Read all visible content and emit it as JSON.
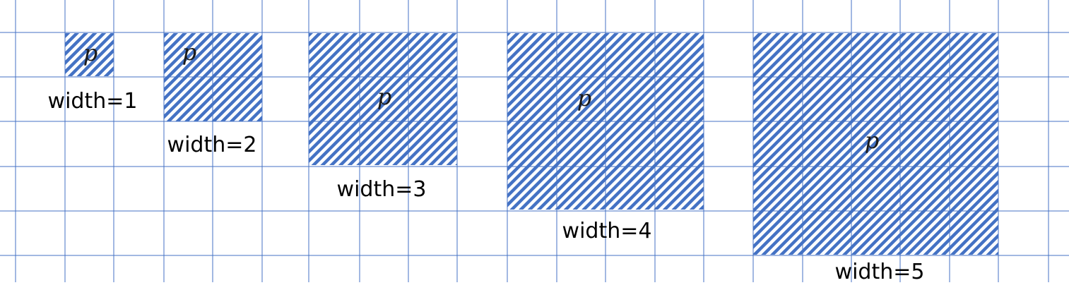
{
  "colors": {
    "grid": "#4472c4",
    "hatch": "#4472c4",
    "background": "#ffffff",
    "text": "#000000"
  },
  "blocks": [
    {
      "width": 1,
      "p_label": "p",
      "caption": "width=1"
    },
    {
      "width": 2,
      "p_label": "p",
      "caption": "width=2"
    },
    {
      "width": 3,
      "p_label": "p",
      "caption": "width=3"
    },
    {
      "width": 4,
      "p_label": "p",
      "caption": "width=4"
    },
    {
      "width": 5,
      "p_label": "p",
      "caption": "width=5"
    }
  ]
}
